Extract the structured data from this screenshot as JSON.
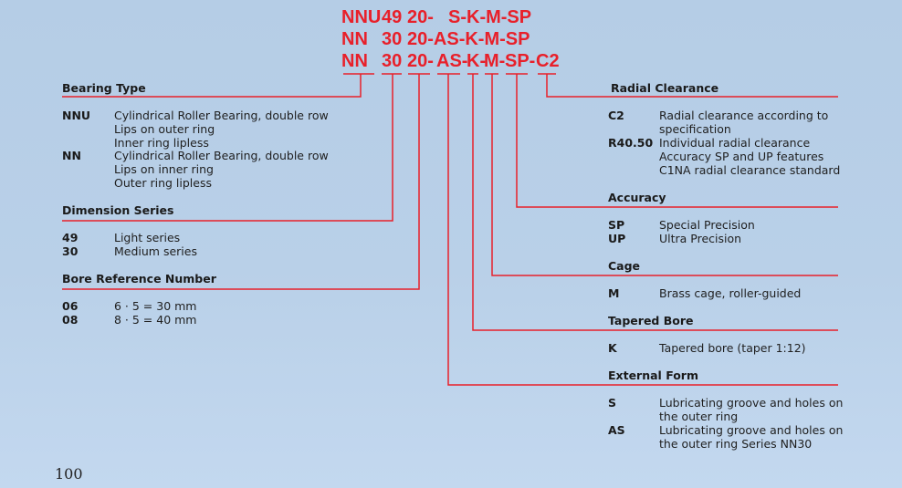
{
  "designation": {
    "row1": [
      "NNU",
      "49",
      "20-",
      "S-K-M-SP"
    ],
    "row2": [
      "NN",
      "30",
      "20-AS-K-M-SP"
    ],
    "row3": [
      "NN",
      "30",
      "20-",
      "AS-",
      "K-",
      "M-",
      "SP-",
      "C2"
    ]
  },
  "left": {
    "bearing_type": {
      "title": "Bearing Type",
      "items": [
        {
          "key": "NNU",
          "lines": [
            "Cylindrical Roller Bearing, double row",
            "Lips on outer ring",
            "Inner ring lipless"
          ]
        },
        {
          "key": "NN",
          "lines": [
            "Cylindrical Roller Bearing, double row",
            "Lips on inner ring",
            "Outer ring lipless"
          ]
        }
      ]
    },
    "dimension_series": {
      "title": "Dimension Series",
      "items": [
        {
          "key": "49",
          "lines": [
            "Light series"
          ]
        },
        {
          "key": "30",
          "lines": [
            "Medium series"
          ]
        }
      ]
    },
    "bore_reference": {
      "title": "Bore Reference Number",
      "items": [
        {
          "key": "06",
          "lines": [
            "6 · 5 = 30 mm"
          ]
        },
        {
          "key": "08",
          "lines": [
            "8 · 5 = 40 mm"
          ]
        }
      ]
    }
  },
  "right": {
    "radial_clearance": {
      "title": "Radial Clearance",
      "items": [
        {
          "key": "C2",
          "lines": [
            "Radial clearance according to",
            "specification"
          ]
        },
        {
          "key": "R40.50",
          "lines": [
            "Individual radial clearance",
            "Accuracy SP and UP features",
            "C1NA radial clearance standard"
          ]
        }
      ]
    },
    "accuracy": {
      "title": "Accuracy",
      "items": [
        {
          "key": "SP",
          "lines": [
            "Special Precision"
          ]
        },
        {
          "key": "UP",
          "lines": [
            "Ultra Precision"
          ]
        }
      ]
    },
    "cage": {
      "title": "Cage",
      "items": [
        {
          "key": "M",
          "lines": [
            "Brass cage, roller-guided"
          ]
        }
      ]
    },
    "tapered_bore": {
      "title": "Tapered Bore",
      "items": [
        {
          "key": "K",
          "lines": [
            "Tapered bore (taper 1:12)"
          ]
        }
      ]
    },
    "external_form": {
      "title": "External Form",
      "items": [
        {
          "key": "S",
          "lines": [
            "Lubricating groove and holes on",
            "the outer ring"
          ]
        },
        {
          "key": "AS",
          "lines": [
            "Lubricating groove and holes on",
            "the outer ring Series NN30"
          ]
        }
      ]
    }
  },
  "page_number": "100",
  "colors": {
    "accent": "#e8202a",
    "background": "#b9d0e8",
    "text": "#1f1f1f"
  }
}
